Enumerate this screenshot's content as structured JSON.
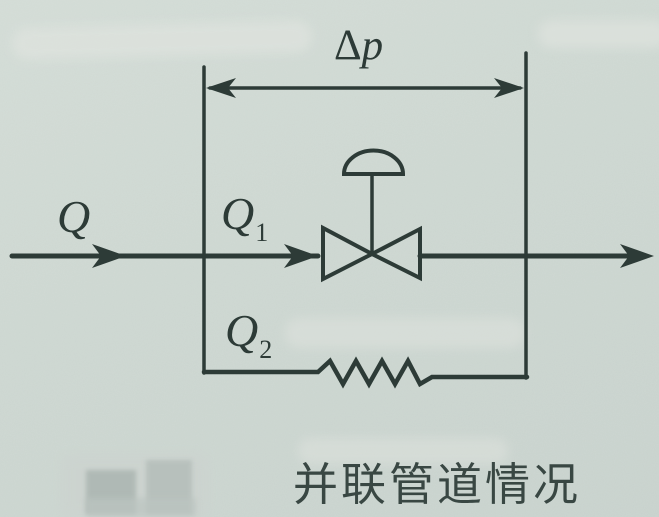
{
  "colors": {
    "ink": "#2d3b37",
    "paper": "#ccd6d0",
    "smudge": "#dde2dd",
    "caption_ink": "#394743"
  },
  "figure": {
    "caption": "并联管道情况",
    "labels": {
      "pressure_drop_delta": "Δ",
      "pressure_drop_var": "p",
      "total_flow": "Q",
      "valve_branch_flow_base": "Q",
      "valve_branch_flow_sub": "1",
      "bypass_branch_flow_base": "Q",
      "bypass_branch_flow_sub": "2"
    },
    "icons": {
      "valve": "control-valve-icon",
      "actuator": "diaphragm-actuator-icon",
      "resistance": "resistance-zigzag-icon",
      "dimension_arrow": "delta-p-dimension-arrow",
      "flow_arrows": "flow-direction-arrow-icon"
    }
  }
}
